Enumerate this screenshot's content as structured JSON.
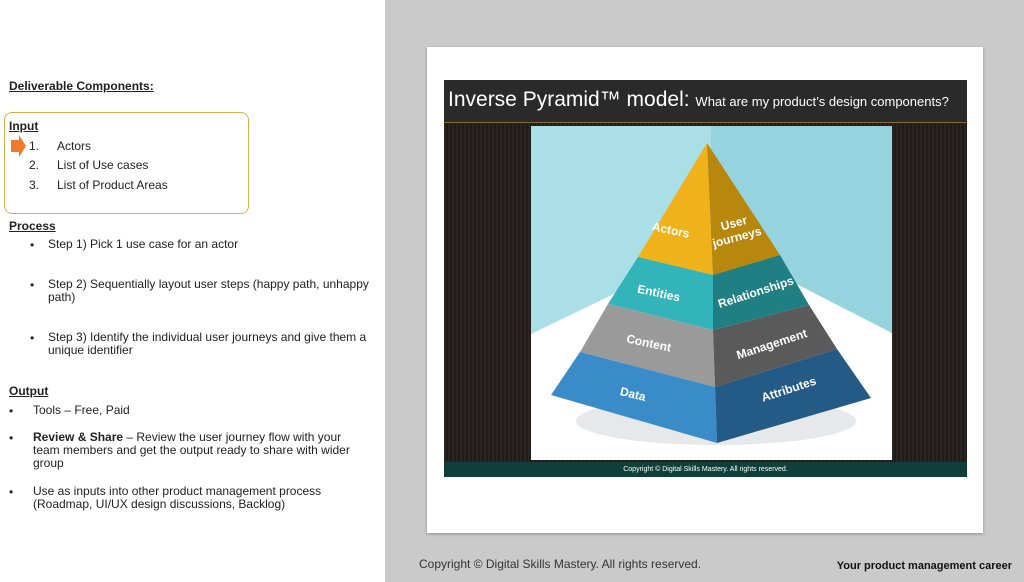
{
  "left_panel": {
    "heading": "Deliverable Components:",
    "input": {
      "title": "Input",
      "items": [
        {
          "num": "1.",
          "text": "Actors"
        },
        {
          "num": "2.",
          "text": "List of Use cases"
        },
        {
          "num": "3.",
          "text": "List of Product Areas"
        }
      ]
    },
    "process": {
      "title": "Process",
      "items": [
        "Step 1) Pick 1 use case for an actor",
        "Step 2) Sequentially layout user steps (happy path, unhappy path)",
        "Step 3) Identify the individual user journeys and give them a unique identifier"
      ]
    },
    "output": {
      "title": "Output",
      "items": [
        {
          "bold": "",
          "text": "Tools – Free, Paid"
        },
        {
          "bold": "Review & Share",
          "text": " – Review the user journey flow with your team members and get the output ready to share with wider group"
        },
        {
          "bold": "",
          "text": "Use as inputs into other product management  process (Roadmap, UI/UX design discussions, Backlog)"
        }
      ]
    }
  },
  "slide": {
    "title_main": "Inverse Pyramid™ model: ",
    "title_sub": "What are my product’s design components?",
    "pyramid": {
      "layers": [
        {
          "left": "Actors",
          "right_line1": "User",
          "right_line2": "journeys",
          "color_left": "#f0b21a",
          "color_right": "#b8870e"
        },
        {
          "left": "Entities",
          "right": "Relationships",
          "color_left": "#33b3ba",
          "color_right": "#1f7f82"
        },
        {
          "left": "Content",
          "right": "Management",
          "color_left": "#9a9a9a",
          "color_right": "#5a5a5a"
        },
        {
          "left": "Data",
          "right": "Attributes",
          "color_left": "#3a8cc8",
          "color_right": "#245a86"
        }
      ]
    },
    "footer": "Copyright © Digital Skills Mastery. All rights reserved."
  },
  "footer": {
    "copyright": "Copyright © Digital Skills Mastery. All rights reserved.",
    "tagline": "Your product management career"
  }
}
